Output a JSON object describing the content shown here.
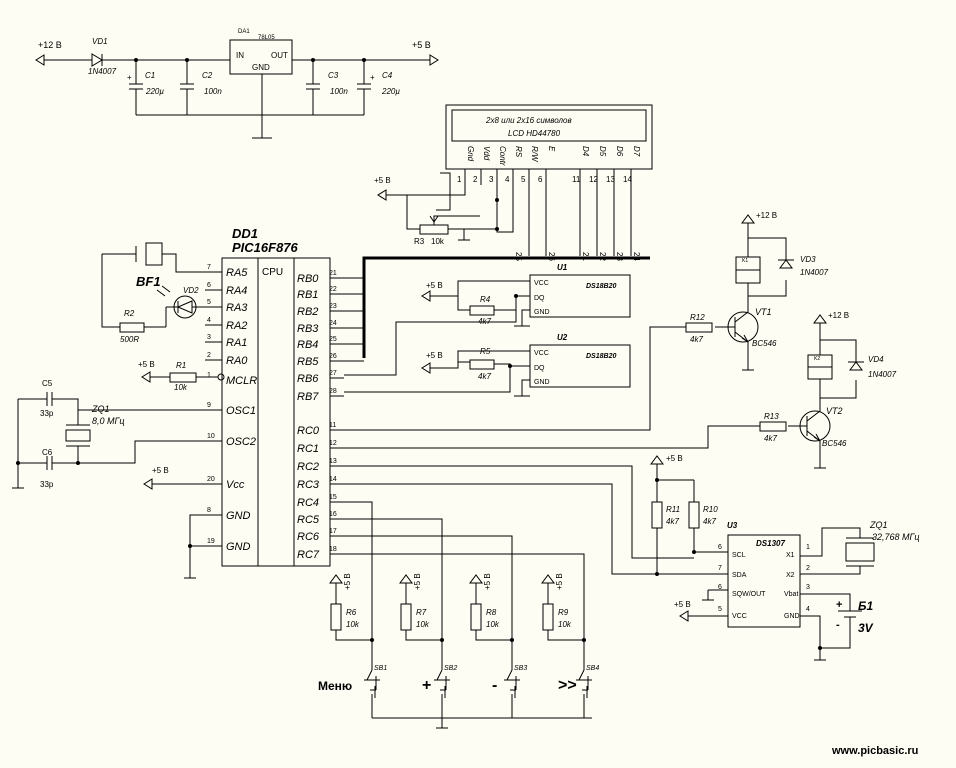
{
  "power": {
    "p12_in": "+12 В",
    "p5_out": "+5 В",
    "p12_vt1": "+12 В",
    "p12_vt2": "+12 В",
    "p5_lcd": "+5 В",
    "p5_u1": "+5 В",
    "p5_u2": "+5 В",
    "p5_mclr": "+5 В",
    "p5_vcc": "+5 В",
    "p5_i2c": "+5 В",
    "p5_rtc": "+5 В",
    "p5_sb1": "+5 В",
    "p5_sb2": "+5 В",
    "p5_sb3": "+5 В",
    "p5_sb4": "+5 В"
  },
  "parts": {
    "vd1": {
      "ref": "VD1",
      "value": "1N4007"
    },
    "c1": {
      "ref": "C1",
      "value": "220µ"
    },
    "c2": {
      "ref": "C2",
      "value": "100n"
    },
    "da1": {
      "ref": "DA1",
      "value": "78L05",
      "in": "IN",
      "out": "OUT",
      "gnd": "GND"
    },
    "c3": {
      "ref": "C3",
      "value": "100n"
    },
    "c4": {
      "ref": "C4",
      "value": "220µ"
    },
    "lcd": {
      "line1": "2x8 или 2x16 символов",
      "line2": "LCD HD44780",
      "pins": [
        "Gnd",
        "Vdd",
        "Contr",
        "RS",
        "R/W",
        "E",
        "D4",
        "D5",
        "D6",
        "D7"
      ],
      "nums": [
        "1",
        "2",
        "3",
        "4",
        "5",
        "6",
        "11",
        "12",
        "13",
        "14"
      ]
    },
    "r3": {
      "ref": "R3",
      "value": "10k"
    },
    "dd1": {
      "ref": "DD1",
      "part": "PIC16F876",
      "cpu": "CPU"
    },
    "bf1": {
      "ref": "BF1"
    },
    "r2": {
      "ref": "R2",
      "value": "500R"
    },
    "vd2": {
      "ref": "VD2"
    },
    "r1": {
      "ref": "R1",
      "value": "10k"
    },
    "c5": {
      "ref": "C5",
      "value": "33p"
    },
    "c6": {
      "ref": "C6",
      "value": "33p"
    },
    "zq1": {
      "ref": "ZQ1",
      "value": "8,0 МГц"
    },
    "u1": {
      "ref": "U1",
      "part": "DS18B20",
      "pins": [
        "VCC",
        "DQ",
        "GND"
      ]
    },
    "u2": {
      "ref": "U2",
      "part": "DS18B20",
      "pins": [
        "VCC",
        "DQ",
        "GND"
      ]
    },
    "r4": {
      "ref": "R4",
      "value": "4k7"
    },
    "r5": {
      "ref": "R5",
      "value": "4k7"
    },
    "vd3": {
      "ref": "VD3",
      "value": "1N4007"
    },
    "vd4": {
      "ref": "VD4",
      "value": "1N4007"
    },
    "k1": {
      "ref": "K1"
    },
    "k2": {
      "ref": "K2"
    },
    "vt1": {
      "ref": "VT1",
      "value": "BC546"
    },
    "vt2": {
      "ref": "VT2",
      "value": "BC546"
    },
    "r12": {
      "ref": "R12",
      "value": "4k7"
    },
    "r13": {
      "ref": "R13",
      "value": "4k7"
    },
    "r11": {
      "ref": "R11",
      "value": "4k7"
    },
    "r10": {
      "ref": "R10",
      "value": "4k7"
    },
    "u3": {
      "ref": "U3",
      "part": "DS1307",
      "left": [
        "SCL",
        "SDA",
        "SQW/OUT",
        "VCC"
      ],
      "right": [
        "X1",
        "X2",
        "Vbat",
        "GND"
      ],
      "lnums": [
        "6",
        "7",
        "6",
        "5"
      ],
      "rnums": [
        "1",
        "2",
        "3",
        "4"
      ]
    },
    "zq2": {
      "ref": "ZQ1",
      "value": "32,768 МГц"
    },
    "b1": {
      "ref": "Б1",
      "value": "3V"
    },
    "r6": {
      "ref": "R6",
      "value": "10k"
    },
    "r7": {
      "ref": "R7",
      "value": "10k"
    },
    "r8": {
      "ref": "R8",
      "value": "10k"
    },
    "r9": {
      "ref": "R9",
      "value": "10k"
    },
    "sb1": {
      "ref": "SB1",
      "label": "Меню"
    },
    "sb2": {
      "ref": "SB2",
      "label": "+"
    },
    "sb3": {
      "ref": "SB3",
      "label": "-"
    },
    "sb4": {
      "ref": "SB4",
      "label": ">>"
    }
  },
  "pic_left": [
    {
      "pin": "7",
      "name": "RA5"
    },
    {
      "pin": "6",
      "name": "RA4"
    },
    {
      "pin": "5",
      "name": "RA3"
    },
    {
      "pin": "4",
      "name": "RA2"
    },
    {
      "pin": "3",
      "name": "RA1"
    },
    {
      "pin": "2",
      "name": "RA0"
    },
    {
      "pin": "1",
      "name": "MCLR"
    },
    {
      "pin": "9",
      "name": "OSC1"
    },
    {
      "pin": "10",
      "name": "OSC2"
    },
    {
      "pin": "20",
      "name": "Vcc"
    },
    {
      "pin": "8",
      "name": "GND"
    },
    {
      "pin": "19",
      "name": "GND"
    }
  ],
  "pic_right": [
    {
      "pin": "21",
      "name": "RB0"
    },
    {
      "pin": "22",
      "name": "RB1"
    },
    {
      "pin": "23",
      "name": "RB2"
    },
    {
      "pin": "24",
      "name": "RB3"
    },
    {
      "pin": "25",
      "name": "RB4"
    },
    {
      "pin": "26",
      "name": "RB5"
    },
    {
      "pin": "27",
      "name": "RB6"
    },
    {
      "pin": "28",
      "name": "RB7"
    },
    {
      "pin": "11",
      "name": "RC0"
    },
    {
      "pin": "12",
      "name": "RC1"
    },
    {
      "pin": "13",
      "name": "RC2"
    },
    {
      "pin": "14",
      "name": "RC3"
    },
    {
      "pin": "15",
      "name": "RC4"
    },
    {
      "pin": "16",
      "name": "RC5"
    },
    {
      "pin": "17",
      "name": "RC6"
    },
    {
      "pin": "18",
      "name": "RC7"
    }
  ],
  "bus_nums": [
    "25",
    "26",
    "21",
    "22",
    "23",
    "24"
  ],
  "website": "www.picbasic.ru"
}
